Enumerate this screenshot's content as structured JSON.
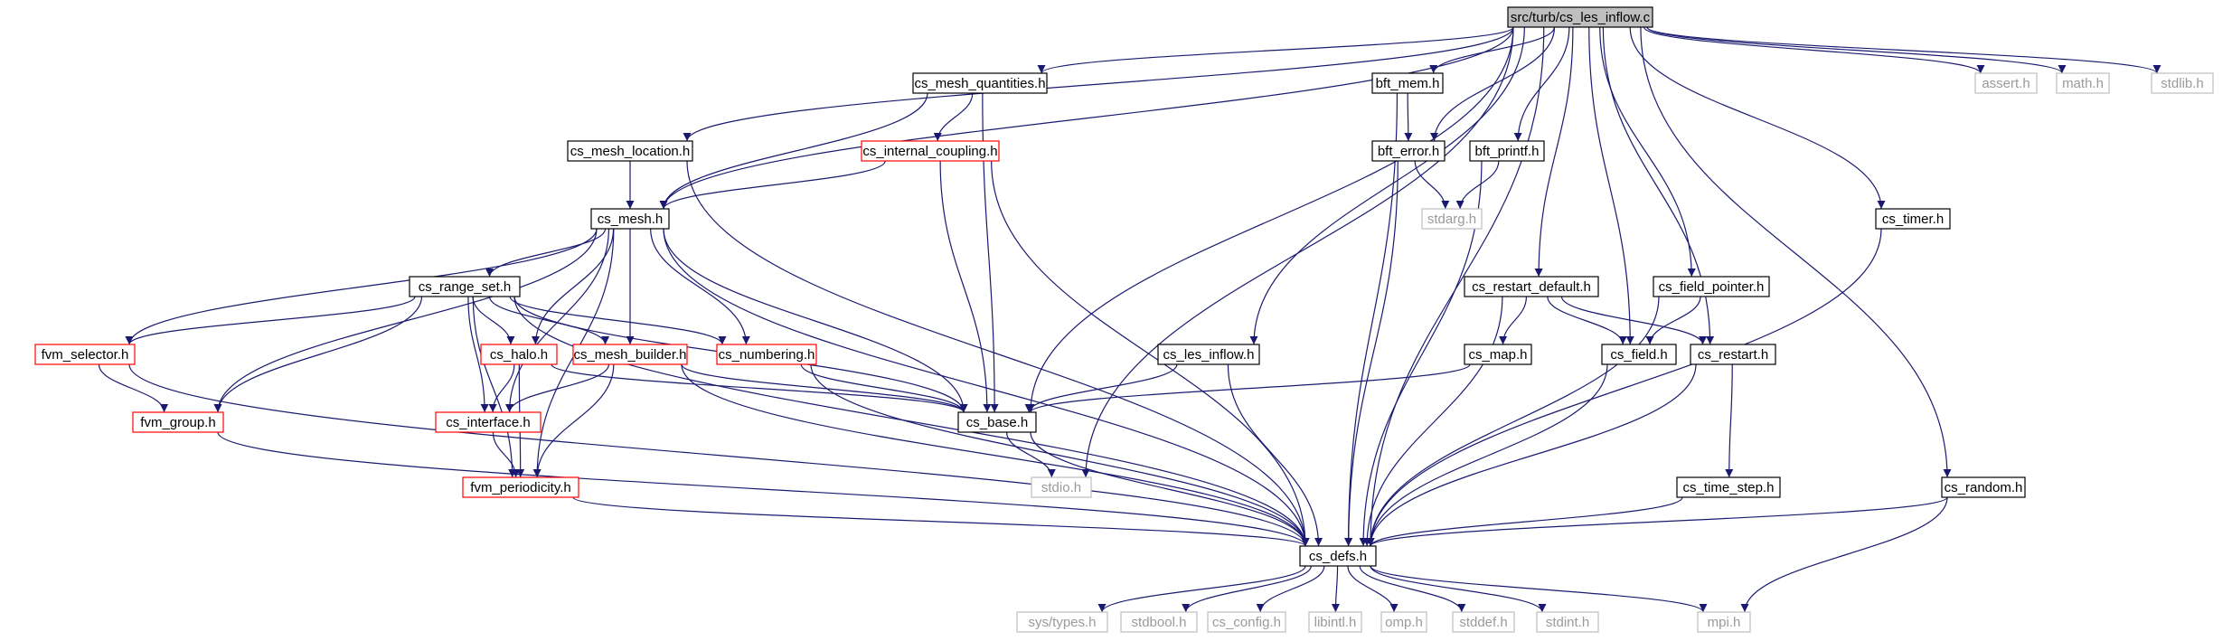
{
  "graph": {
    "colors": {
      "edge": "#191970",
      "red_border": "#ff0000",
      "black_border": "#000000",
      "gray_border": "#bfbfbf",
      "gray_text": "#9a9a9a",
      "root_fill": "#bfbfbf",
      "node_fill": "#ffffff"
    },
    "nodes": [
      {
        "id": "root",
        "label": "src/turb/cs_les_inflow.c",
        "style": "root"
      },
      {
        "id": "mesh_location",
        "label": "cs_mesh_location.h",
        "style": "black"
      },
      {
        "id": "mesh",
        "label": "cs_mesh.h",
        "style": "black"
      },
      {
        "id": "mesh_quantities",
        "label": "cs_mesh_quantities.h",
        "style": "black"
      },
      {
        "id": "base",
        "label": "cs_base.h",
        "style": "black"
      },
      {
        "id": "stdio",
        "label": "stdio.h",
        "style": "gray"
      },
      {
        "id": "bft_mem",
        "label": "bft_mem.h",
        "style": "black"
      },
      {
        "id": "bft_error",
        "label": "bft_error.h",
        "style": "black"
      },
      {
        "id": "defs",
        "label": "cs_defs.h",
        "style": "black"
      },
      {
        "id": "bft_printf",
        "label": "bft_printf.h",
        "style": "black"
      },
      {
        "id": "stdarg",
        "label": "stdarg.h",
        "style": "gray"
      },
      {
        "id": "restart_default",
        "label": "cs_restart_default.h",
        "style": "black"
      },
      {
        "id": "field_pointer",
        "label": "cs_field_pointer.h",
        "style": "black"
      },
      {
        "id": "field",
        "label": "cs_field.h",
        "style": "black"
      },
      {
        "id": "restart",
        "label": "cs_restart.h",
        "style": "black"
      },
      {
        "id": "map",
        "label": "cs_map.h",
        "style": "black"
      },
      {
        "id": "time_step",
        "label": "cs_time_step.h",
        "style": "black"
      },
      {
        "id": "les_inflow",
        "label": "cs_les_inflow.h",
        "style": "black"
      },
      {
        "id": "timer",
        "label": "cs_timer.h",
        "style": "black"
      },
      {
        "id": "random",
        "label": "cs_random.h",
        "style": "black"
      },
      {
        "id": "assert",
        "label": "assert.h",
        "style": "gray"
      },
      {
        "id": "math",
        "label": "math.h",
        "style": "gray"
      },
      {
        "id": "stdlib",
        "label": "stdlib.h",
        "style": "gray"
      },
      {
        "id": "internal_coupling",
        "label": "cs_internal_coupling.h",
        "style": "red"
      },
      {
        "id": "range_set",
        "label": "cs_range_set.h",
        "style": "black"
      },
      {
        "id": "fvm_selector",
        "label": "fvm_selector.h",
        "style": "red"
      },
      {
        "id": "fvm_group",
        "label": "fvm_group.h",
        "style": "red"
      },
      {
        "id": "halo",
        "label": "cs_halo.h",
        "style": "red"
      },
      {
        "id": "mesh_builder",
        "label": "cs_mesh_builder.h",
        "style": "red"
      },
      {
        "id": "numbering",
        "label": "cs_numbering.h",
        "style": "red"
      },
      {
        "id": "interface",
        "label": "cs_interface.h",
        "style": "red"
      },
      {
        "id": "fvm_periodicity",
        "label": "fvm_periodicity.h",
        "style": "red"
      },
      {
        "id": "sys_types",
        "label": "sys/types.h",
        "style": "gray"
      },
      {
        "id": "stdbool",
        "label": "stdbool.h",
        "style": "gray"
      },
      {
        "id": "cs_config",
        "label": "cs_config.h",
        "style": "gray"
      },
      {
        "id": "libintl",
        "label": "libintl.h",
        "style": "gray"
      },
      {
        "id": "omp",
        "label": "omp.h",
        "style": "gray"
      },
      {
        "id": "stddef",
        "label": "stddef.h",
        "style": "gray"
      },
      {
        "id": "stdint",
        "label": "stdint.h",
        "style": "gray"
      },
      {
        "id": "mpi",
        "label": "mpi.h",
        "style": "gray"
      }
    ],
    "edges": [
      [
        "root",
        "mesh_location"
      ],
      [
        "root",
        "mesh"
      ],
      [
        "root",
        "mesh_quantities"
      ],
      [
        "root",
        "base"
      ],
      [
        "root",
        "stdio"
      ],
      [
        "root",
        "bft_mem"
      ],
      [
        "root",
        "bft_error"
      ],
      [
        "root",
        "bft_printf"
      ],
      [
        "root",
        "les_inflow"
      ],
      [
        "root",
        "restart_default"
      ],
      [
        "root",
        "field"
      ],
      [
        "root",
        "field_pointer"
      ],
      [
        "root",
        "restart"
      ],
      [
        "root",
        "defs"
      ],
      [
        "root",
        "timer"
      ],
      [
        "root",
        "random"
      ],
      [
        "root",
        "assert"
      ],
      [
        "root",
        "math"
      ],
      [
        "root",
        "stdlib"
      ],
      [
        "mesh_location",
        "mesh"
      ],
      [
        "mesh_location",
        "defs"
      ],
      [
        "mesh_quantities",
        "mesh"
      ],
      [
        "mesh_quantities",
        "internal_coupling"
      ],
      [
        "mesh_quantities",
        "base"
      ],
      [
        "internal_coupling",
        "mesh"
      ],
      [
        "internal_coupling",
        "base"
      ],
      [
        "internal_coupling",
        "defs"
      ],
      [
        "bft_mem",
        "bft_error"
      ],
      [
        "bft_mem",
        "defs"
      ],
      [
        "bft_error",
        "stdarg"
      ],
      [
        "bft_error",
        "defs"
      ],
      [
        "bft_printf",
        "stdarg"
      ],
      [
        "bft_printf",
        "defs"
      ],
      [
        "mesh",
        "range_set"
      ],
      [
        "mesh",
        "fvm_selector"
      ],
      [
        "mesh",
        "fvm_group"
      ],
      [
        "mesh",
        "halo"
      ],
      [
        "mesh",
        "interface"
      ],
      [
        "mesh",
        "fvm_periodicity"
      ],
      [
        "mesh",
        "mesh_builder"
      ],
      [
        "mesh",
        "numbering"
      ],
      [
        "mesh",
        "base"
      ],
      [
        "mesh",
        "defs"
      ],
      [
        "range_set",
        "fvm_selector"
      ],
      [
        "range_set",
        "fvm_group"
      ],
      [
        "range_set",
        "halo"
      ],
      [
        "range_set",
        "mesh_builder"
      ],
      [
        "range_set",
        "numbering"
      ],
      [
        "range_set",
        "interface"
      ],
      [
        "range_set",
        "fvm_periodicity"
      ],
      [
        "range_set",
        "base"
      ],
      [
        "range_set",
        "defs"
      ],
      [
        "fvm_selector",
        "fvm_group"
      ],
      [
        "fvm_selector",
        "defs"
      ],
      [
        "fvm_group",
        "defs"
      ],
      [
        "halo",
        "interface"
      ],
      [
        "halo",
        "fvm_periodicity"
      ],
      [
        "halo",
        "base"
      ],
      [
        "mesh_builder",
        "interface"
      ],
      [
        "mesh_builder",
        "fvm_periodicity"
      ],
      [
        "mesh_builder",
        "base"
      ],
      [
        "mesh_builder",
        "defs"
      ],
      [
        "numbering",
        "base"
      ],
      [
        "numbering",
        "defs"
      ],
      [
        "interface",
        "fvm_periodicity"
      ],
      [
        "fvm_periodicity",
        "defs"
      ],
      [
        "les_inflow",
        "base"
      ],
      [
        "les_inflow",
        "defs"
      ],
      [
        "restart_default",
        "map"
      ],
      [
        "restart_default",
        "field"
      ],
      [
        "restart_default",
        "restart"
      ],
      [
        "restart_default",
        "defs"
      ],
      [
        "field_pointer",
        "field"
      ],
      [
        "field_pointer",
        "defs"
      ],
      [
        "map",
        "base"
      ],
      [
        "field",
        "defs"
      ],
      [
        "restart",
        "time_step"
      ],
      [
        "restart",
        "defs"
      ],
      [
        "time_step",
        "defs"
      ],
      [
        "base",
        "stdio"
      ],
      [
        "base",
        "defs"
      ],
      [
        "timer",
        "defs"
      ],
      [
        "random",
        "defs"
      ],
      [
        "random",
        "mpi"
      ],
      [
        "defs",
        "sys_types"
      ],
      [
        "defs",
        "stdbool"
      ],
      [
        "defs",
        "cs_config"
      ],
      [
        "defs",
        "libintl"
      ],
      [
        "defs",
        "omp"
      ],
      [
        "defs",
        "stddef"
      ],
      [
        "defs",
        "stdint"
      ],
      [
        "defs",
        "mpi"
      ]
    ]
  }
}
